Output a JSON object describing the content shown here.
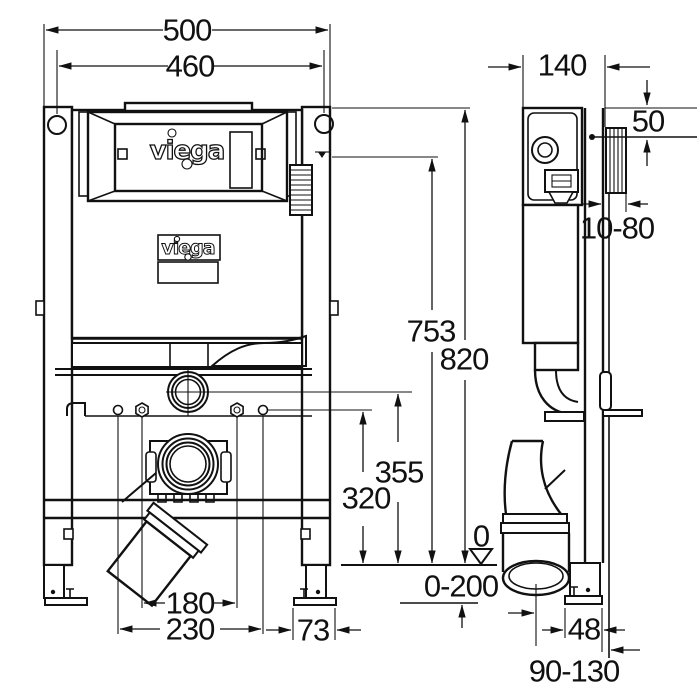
{
  "colors": {
    "line": "#111111",
    "background": "#ffffff"
  },
  "front_view": {
    "overall_width": "500",
    "anchor_spacing": "460",
    "upper_fixing_height": "753",
    "frame_height": "820",
    "outlet_height": "355",
    "pan_fixing_height": "320",
    "datum": "0",
    "floor_adjust_range": "0-200",
    "pan_bolt_spacing_inner": "180",
    "pan_bolt_spacing_outer": "230",
    "foot_plate_width": "73"
  },
  "side_view": {
    "frame_depth": "140",
    "supply_offset": "50",
    "wall_clearance_range": "10-80",
    "foot_plate_depth": "48",
    "outlet_wall_distance": "90-130"
  },
  "brand": {
    "plate_logo": "viega",
    "label_logo": "viega"
  }
}
